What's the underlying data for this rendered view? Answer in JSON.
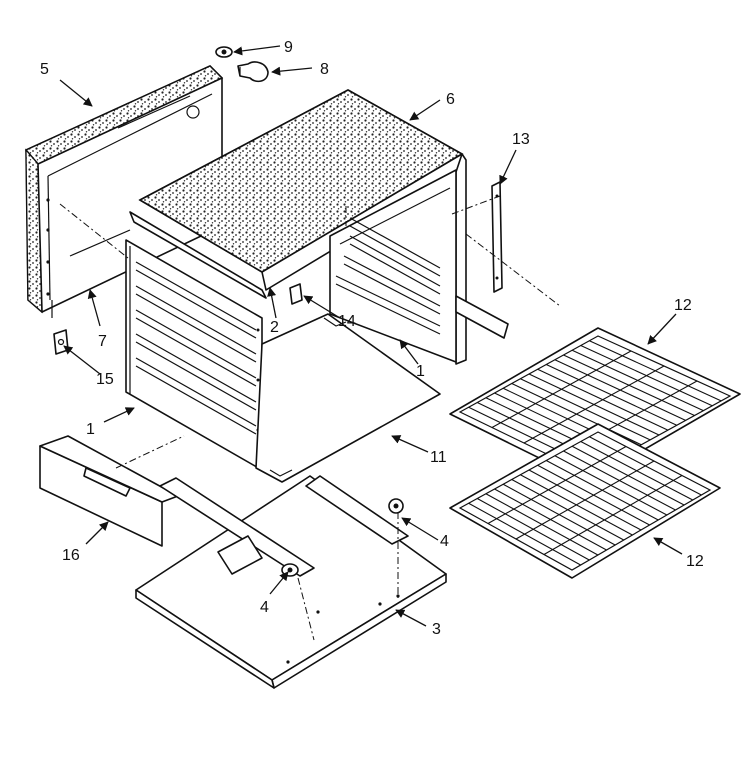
{
  "diagram": {
    "callouts": [
      {
        "id": "c5",
        "text": "5"
      },
      {
        "id": "c9",
        "text": "9"
      },
      {
        "id": "c8",
        "text": "8"
      },
      {
        "id": "c6",
        "text": "6"
      },
      {
        "id": "c13",
        "text": "13"
      },
      {
        "id": "c7",
        "text": "7"
      },
      {
        "id": "c2",
        "text": "2"
      },
      {
        "id": "c14",
        "text": "14"
      },
      {
        "id": "c15",
        "text": "15"
      },
      {
        "id": "c1a",
        "text": "1"
      },
      {
        "id": "c1b",
        "text": "1"
      },
      {
        "id": "c12a",
        "text": "12"
      },
      {
        "id": "c12b",
        "text": "12"
      },
      {
        "id": "c11",
        "text": "11"
      },
      {
        "id": "c16",
        "text": "16"
      },
      {
        "id": "c4a",
        "text": "4"
      },
      {
        "id": "c4b",
        "text": "4"
      },
      {
        "id": "c3",
        "text": "3"
      }
    ],
    "colors": {
      "ink": "#111111",
      "paper": "#ffffff",
      "insulation_fill": "#9a9a9a"
    }
  }
}
